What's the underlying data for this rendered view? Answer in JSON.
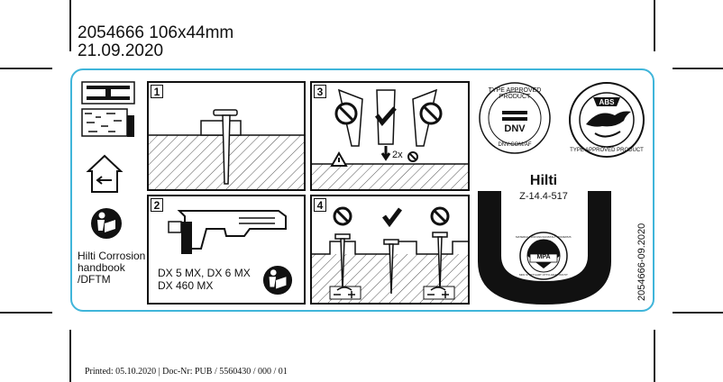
{
  "header": {
    "line1": "2054666  106x44mm",
    "line2": "21.09.2020"
  },
  "left_column": {
    "handbook_text": "Hilti Corrosion\nhandbook\n/DFTM"
  },
  "panels": [
    {
      "number": "1"
    },
    {
      "number": "2",
      "tools_line1": "DX 5 MX, DX 6 MX",
      "tools_line2": "DX 460 MX"
    },
    {
      "number": "3",
      "repeat_label": "2x"
    },
    {
      "number": "4"
    }
  ],
  "certification": {
    "dnv_ring": "TYPE APPROVED PRODUCT",
    "dnv_logo": "DNV",
    "dnv_url": "DNV.COM/AF",
    "abs_logo": "ABS",
    "abs_ring": "TYPE APPROVED PRODUCT",
    "brand": "Hilti",
    "approval_number": "Z-14.4-517",
    "mpa_logo": "MPA",
    "mpa_ring_top": "MATERIALPRÜFUNGSANSTALT UNIVERSITÄT STUTTGART",
    "mpa_ring_bottom": "MPA STUTTGART OTTO-GRAF-INSTITUT"
  },
  "side_code": "2054666-09.2020",
  "footer": "Printed: 05.10.2020 | Doc-Nr: PUB / 5560430 / 000 / 01"
}
